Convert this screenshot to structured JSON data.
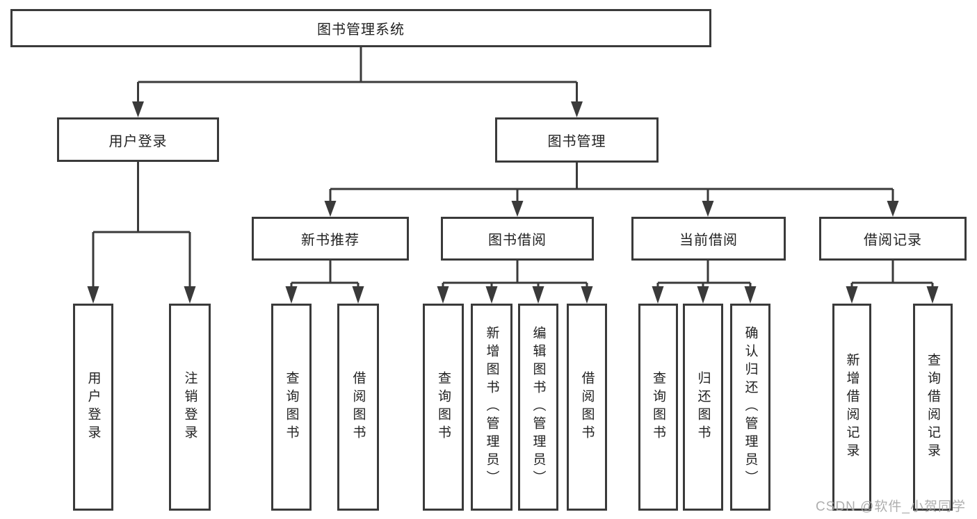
{
  "tree": {
    "root": {
      "label": "图书管理系统"
    },
    "level2": [
      {
        "label": "用户登录"
      },
      {
        "label": "图书管理"
      }
    ],
    "level3": [
      {
        "label": "新书推荐",
        "parent": "图书管理"
      },
      {
        "label": "图书借阅",
        "parent": "图书管理"
      },
      {
        "label": "当前借阅",
        "parent": "图书管理"
      },
      {
        "label": "借阅记录",
        "parent": "图书管理"
      }
    ],
    "leaves": [
      {
        "label": "用户登录",
        "parent": "用户登录"
      },
      {
        "label": "注销登录",
        "parent": "用户登录"
      },
      {
        "label": "查询图书",
        "parent": "新书推荐"
      },
      {
        "label": "借阅图书",
        "parent": "新书推荐"
      },
      {
        "label": "查询图书",
        "parent": "图书借阅"
      },
      {
        "label": "新增图书（管理员）",
        "parent": "图书借阅"
      },
      {
        "label": "编辑图书（管理员）",
        "parent": "图书借阅"
      },
      {
        "label": "借阅图书",
        "parent": "图书借阅"
      },
      {
        "label": "查询图书",
        "parent": "当前借阅"
      },
      {
        "label": "归还图书",
        "parent": "当前借阅"
      },
      {
        "label": "确认归还（管理员）",
        "parent": "当前借阅"
      },
      {
        "label": "新增借阅记录",
        "parent": "借阅记录"
      },
      {
        "label": "查询借阅记录",
        "parent": "借阅记录"
      }
    ]
  },
  "watermark": {
    "text": "CSDN @软件_小贺同学"
  },
  "colors": {
    "line": "#3a3a3a",
    "box_border": "#3a3a3a",
    "text": "#222222",
    "watermark": "#a8a8a8",
    "background": "#ffffff"
  }
}
